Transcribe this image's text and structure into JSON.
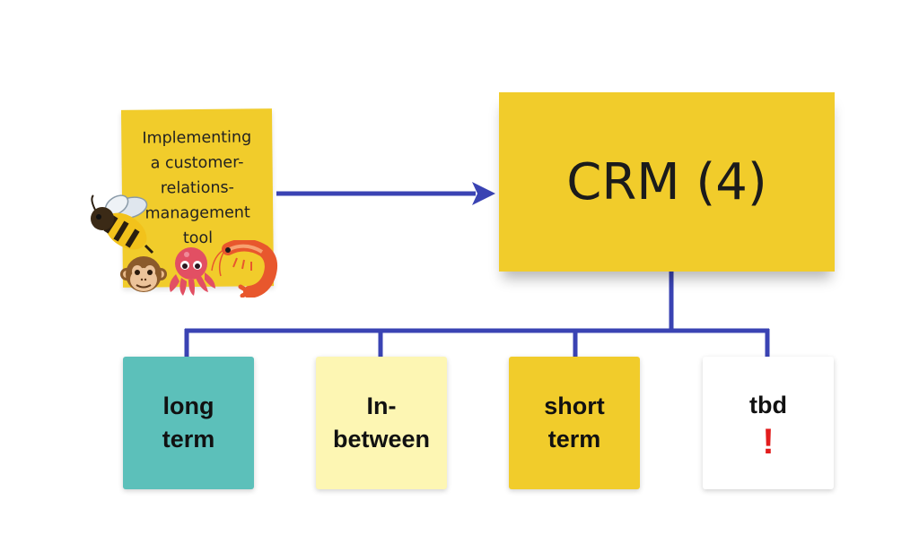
{
  "source_note": {
    "text": "Implementing\na customer-\nrelations-\nmanagement\ntool"
  },
  "main_note": {
    "text": "CRM (4)"
  },
  "categories": [
    {
      "label": "long\nterm",
      "color": "#5cc0ba"
    },
    {
      "label": "In-\nbetween",
      "color": "#fdf6b3"
    },
    {
      "label": "short\nterm",
      "color": "#f1cc2b"
    },
    {
      "label": "tbd",
      "color": "#ffffff",
      "marker": "!"
    }
  ],
  "connector_color": "#3a43b3",
  "emojis": [
    "bee-icon",
    "monkey-face-icon",
    "octopus-icon",
    "shrimp-icon"
  ]
}
